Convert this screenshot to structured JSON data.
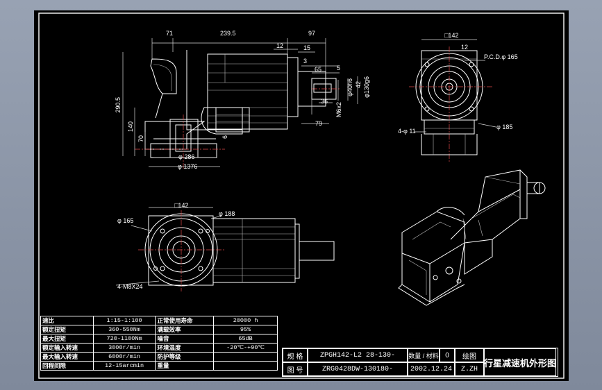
{
  "dims": {
    "front": {
      "d71": "71",
      "d239_5": "239.5",
      "d97": "97",
      "d12": "12",
      "d15": "15",
      "d3": "3",
      "d65": "65",
      "d5": "5",
      "d36": "36",
      "d40": "φ40h6",
      "d42": "42",
      "d130": "φ130g6",
      "m6": "M6x2",
      "d79": "79",
      "h290": "290.5",
      "h140": "140",
      "h70": "70",
      "d286": "φ 286",
      "d1376": "φ 1376",
      "c6": "6",
      "side": "6"
    },
    "side_view": {
      "sq": "□142",
      "d12": "12",
      "pcd": "P.C.D.φ 165",
      "holes": "4-φ 11",
      "d185": "φ 185"
    },
    "bottom_view": {
      "sq": "□142",
      "d165": "φ 165",
      "d188": "φ 188",
      "holes": "4-M8X24"
    }
  },
  "spec_table": [
    {
      "label": "速比",
      "value": "1:15-1:100",
      "label2": "正常使用寿命",
      "value2": "20000 h"
    },
    {
      "label": "额定扭矩",
      "value": "360-550Nm",
      "label2": "满载效率",
      "value2": "95%"
    },
    {
      "label": "最大扭矩",
      "value": "720-1100Nm",
      "label2": "噪音",
      "value2": "65dB"
    },
    {
      "label": "额定输入转速",
      "value": "3000r/min",
      "label2": "环境温度",
      "value2": "-20℃-+90℃"
    },
    {
      "label": "最大输入转速",
      "value": "6000r/min",
      "label2": "防护等级",
      "value2": ""
    },
    {
      "label": "回程间隙",
      "value": "12-15arcmin",
      "label2": "重量",
      "value2": ""
    }
  ],
  "title_block": {
    "row1_label": "规 格",
    "row1_value": "ZPGH142-L2 28-130-",
    "row1_mid": "数量 / 材料",
    "row1_num": "0",
    "row1_label2": "绘图",
    "row2_label": "图 号",
    "row2_value": "ZRG0428DW-130180-",
    "row2_mid": "2002.12.24",
    "row2_drawer": "Z.ZH",
    "title": "行星减速机外形图"
  }
}
